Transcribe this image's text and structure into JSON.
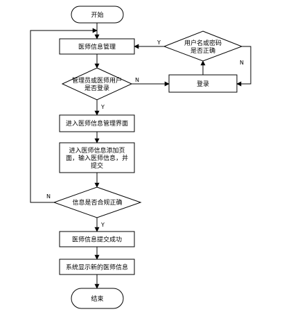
{
  "nodes": {
    "start": "开始",
    "manage": "医师信息管理",
    "check_login": [
      "管理员或医师用户",
      "是否登录"
    ],
    "login": "登录",
    "check_user": [
      "用户名或密码",
      "是否正确"
    ],
    "enter_ui": "进入医师信息管理界面",
    "add_page": [
      "进入医师信息添加页",
      "面，输入医师信息，并",
      "提交"
    ],
    "check_info": "信息是否合规正确",
    "success": "医师信息提交成功",
    "show_new": "系统显示新的医师信息",
    "end": "结束"
  },
  "edge_labels": {
    "user_ok_yes": "Y",
    "user_ok_no": "N",
    "login_no": "N",
    "login_yes": "Y",
    "info_no": "N",
    "info_yes": "Y"
  }
}
